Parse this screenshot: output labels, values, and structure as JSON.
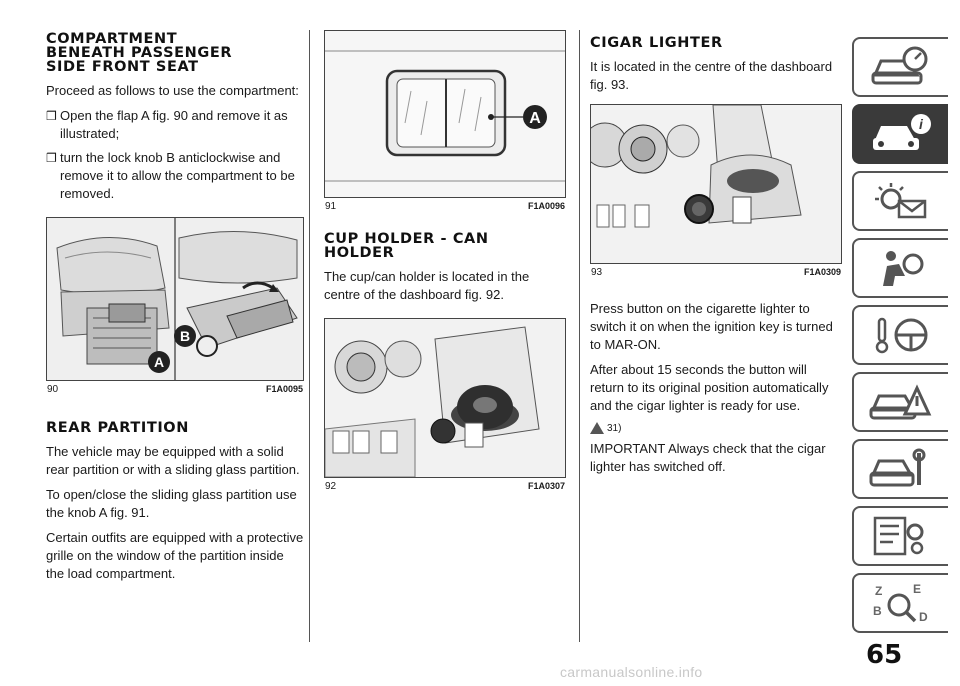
{
  "section1": {
    "title": "COMPARTMENT BENEATH PASSENGER SIDE FRONT SEAT",
    "title_lines": [
      "COMPARTMENT",
      "BENEATH PASSENGER",
      "SIDE FRONT SEAT"
    ],
    "intro": "Proceed as follows to use the compartment:",
    "bullets": [
      "Open the flap A fig. 90 and remove it as illustrated;",
      "turn the lock knob B anticlockwise and remove it to allow the compartment to be removed."
    ],
    "bullet_marker": "❒"
  },
  "fig90": {
    "number": "90",
    "code": "F1A0095",
    "callout_a": "A",
    "callout_b": "B"
  },
  "section2": {
    "title": "REAR PARTITION",
    "paragraphs": [
      "The vehicle may be equipped with a solid rear partition or with a sliding glass partition.",
      "To open/close the sliding glass partition use the knob A fig. 91.",
      "Certain outfits are equipped with a protective grille on the window of the partition inside the load compartment."
    ]
  },
  "fig91": {
    "number": "91",
    "code": "F1A0096",
    "callout_a": "A"
  },
  "section3": {
    "title": "CUP HOLDER - CAN HOLDER",
    "title_lines": [
      "CUP HOLDER - CAN",
      "HOLDER"
    ],
    "paragraph": "The cup/can holder is located in the centre of the dashboard fig. 92."
  },
  "fig92": {
    "number": "92",
    "code": "F1A0307"
  },
  "section4": {
    "title": "CIGAR LIGHTER",
    "paragraphs": [
      "It is located in the centre of the dashboard fig. 93.",
      "Press button on the cigarette lighter to switch it on when the ignition key is turned to MAR-ON.",
      "After about 15 seconds the button will return to its original position automatically and the cigar lighter is ready for use."
    ],
    "note_ref": "31)",
    "important": "IMPORTANT Always check that the cigar lighter has switched off."
  },
  "fig93": {
    "number": "93",
    "code": "F1A0309"
  },
  "side_tabs": [
    {
      "name": "dashboard",
      "icon": "car-gauge-icon",
      "active": false
    },
    {
      "name": "knowing-vehicle",
      "icon": "car-info-icon",
      "active": true
    },
    {
      "name": "lights",
      "icon": "sun-envelope-icon",
      "active": false
    },
    {
      "name": "safety",
      "icon": "airbag-icon",
      "active": false
    },
    {
      "name": "driving",
      "icon": "steering-key-icon",
      "active": false
    },
    {
      "name": "emergency",
      "icon": "car-warning-icon",
      "active": false
    },
    {
      "name": "maintenance",
      "icon": "car-wrench-icon",
      "active": false
    },
    {
      "name": "specifications",
      "icon": "list-gear-icon",
      "active": false
    },
    {
      "name": "index",
      "icon": "alphabet-magnifier-icon",
      "active": false
    }
  ],
  "page_number": "65",
  "watermark": "carmanualsonline.info",
  "colors": {
    "tab_active": "#3a3a3a",
    "tab_border": "#555555",
    "text": "#1a1a1a"
  }
}
